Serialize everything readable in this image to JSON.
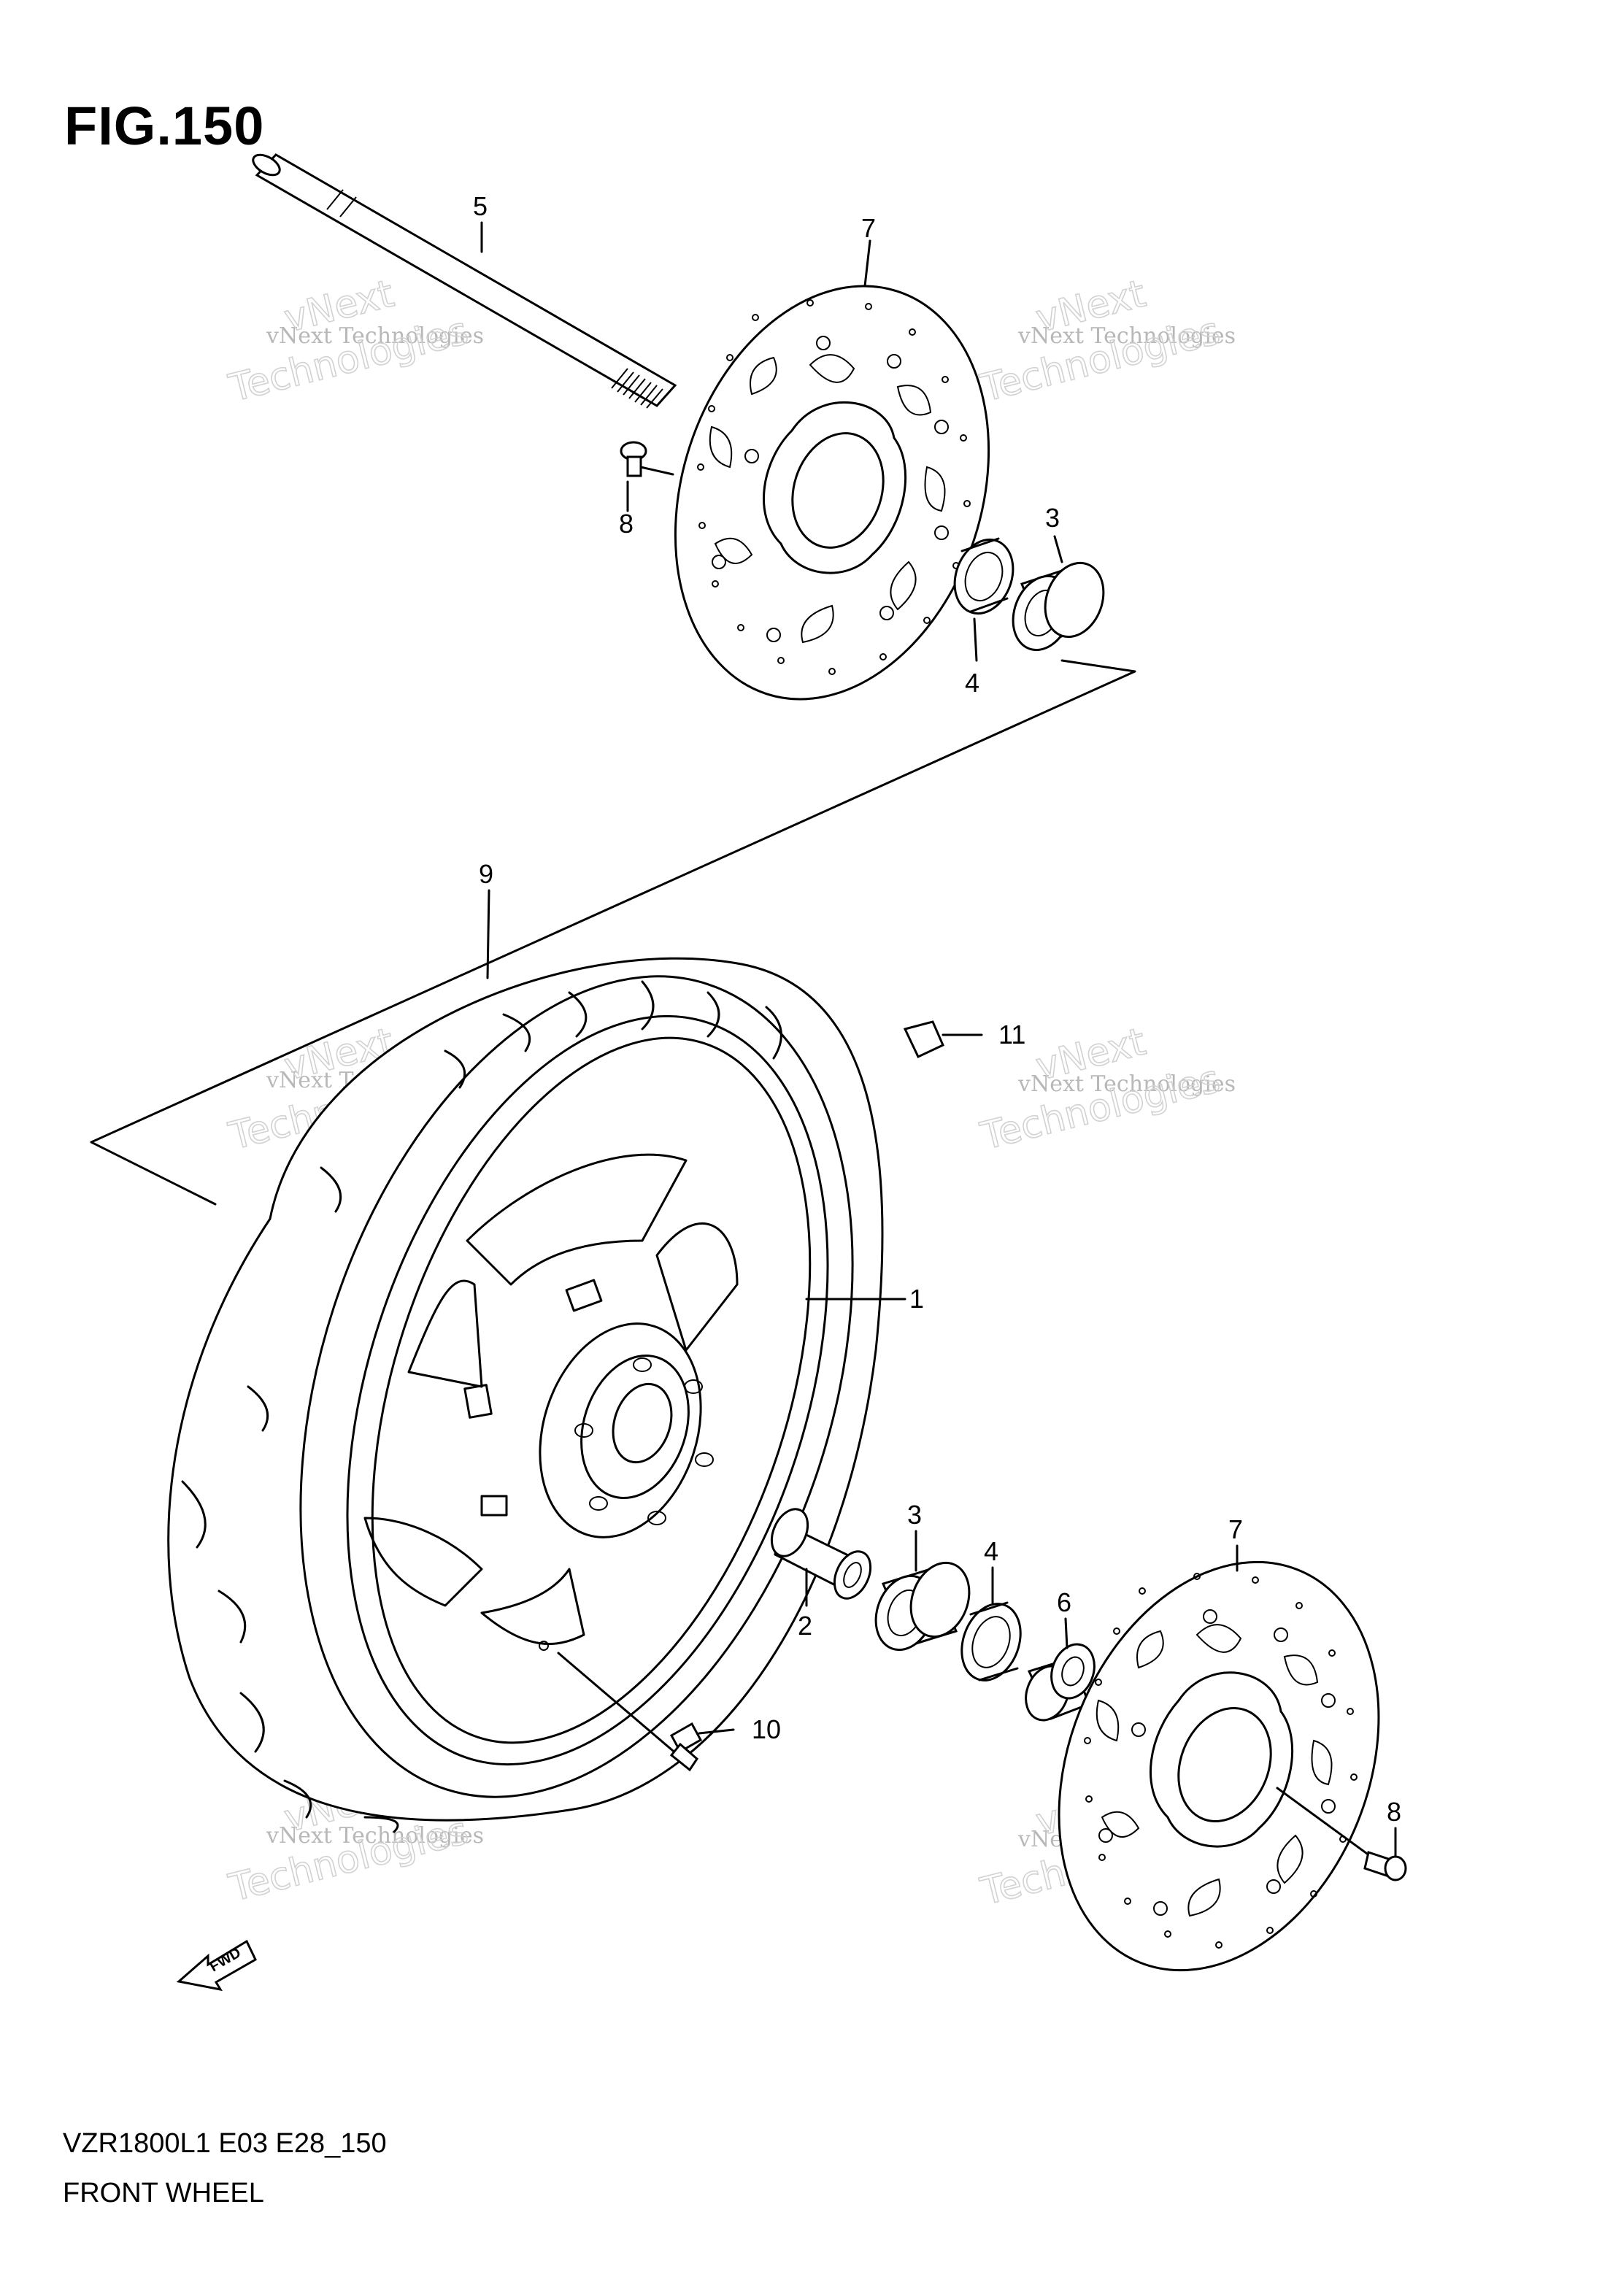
{
  "figure": {
    "title": "FIG.150"
  },
  "footer": {
    "model_code": "VZR1800L1 E03 E28_150",
    "section_name": "FRONT WHEEL"
  },
  "watermark": {
    "line1": "vNext Technologies",
    "line2": "Technologies",
    "line3": "vNext"
  },
  "fwd_label": "FWD",
  "parts": [
    {
      "number": "1",
      "item": "wheel"
    },
    {
      "number": "2",
      "item": "spacer"
    },
    {
      "number": "3",
      "item": "bearing-upper"
    },
    {
      "number": "3",
      "item": "bearing-lower"
    },
    {
      "number": "4",
      "item": "dust-seal-upper"
    },
    {
      "number": "4",
      "item": "dust-seal-lower"
    },
    {
      "number": "5",
      "item": "axle"
    },
    {
      "number": "6",
      "item": "collar"
    },
    {
      "number": "7",
      "item": "brake-disc-upper"
    },
    {
      "number": "7",
      "item": "brake-disc-lower"
    },
    {
      "number": "8",
      "item": "disc-bolt-upper"
    },
    {
      "number": "8",
      "item": "disc-bolt-lower"
    },
    {
      "number": "9",
      "item": "tire"
    },
    {
      "number": "10",
      "item": "valve"
    },
    {
      "number": "11",
      "item": "balancer"
    }
  ]
}
